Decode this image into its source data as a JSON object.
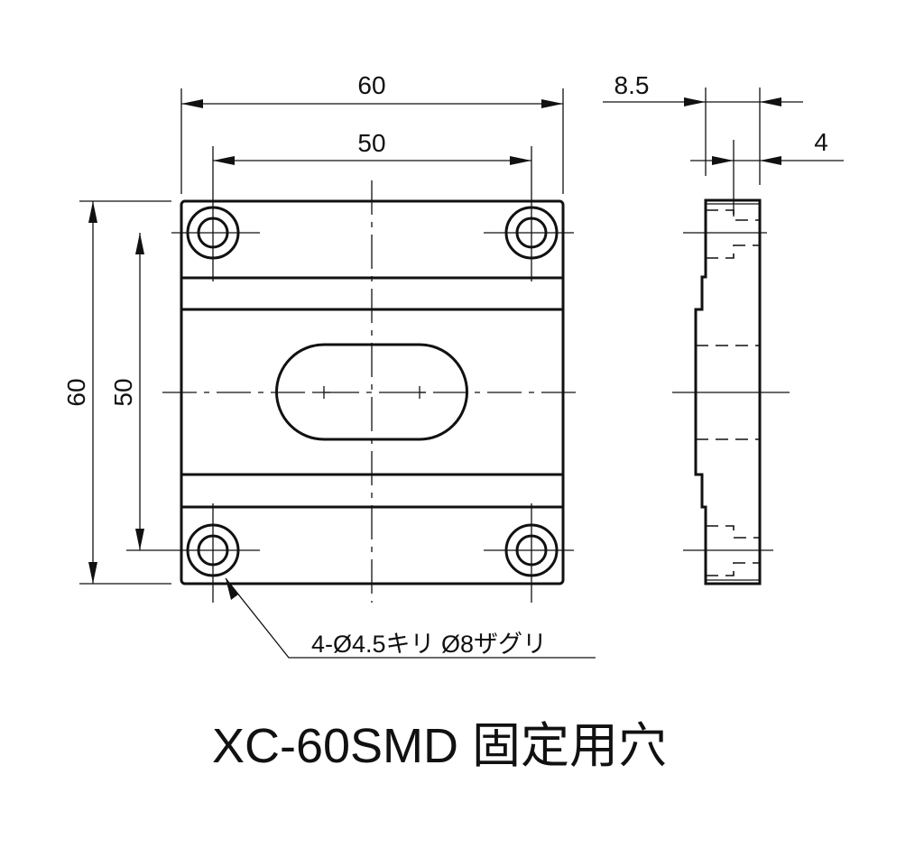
{
  "dimensions": {
    "overall_width": "60",
    "hole_pitch_x": "50",
    "overall_height": "60",
    "hole_pitch_y": "50",
    "side_thickness": "8.5",
    "side_step": "4"
  },
  "hole_note": "4-Ø4.5キリ Ø8ザグリ",
  "title": "XC-60SMD 固定用穴"
}
